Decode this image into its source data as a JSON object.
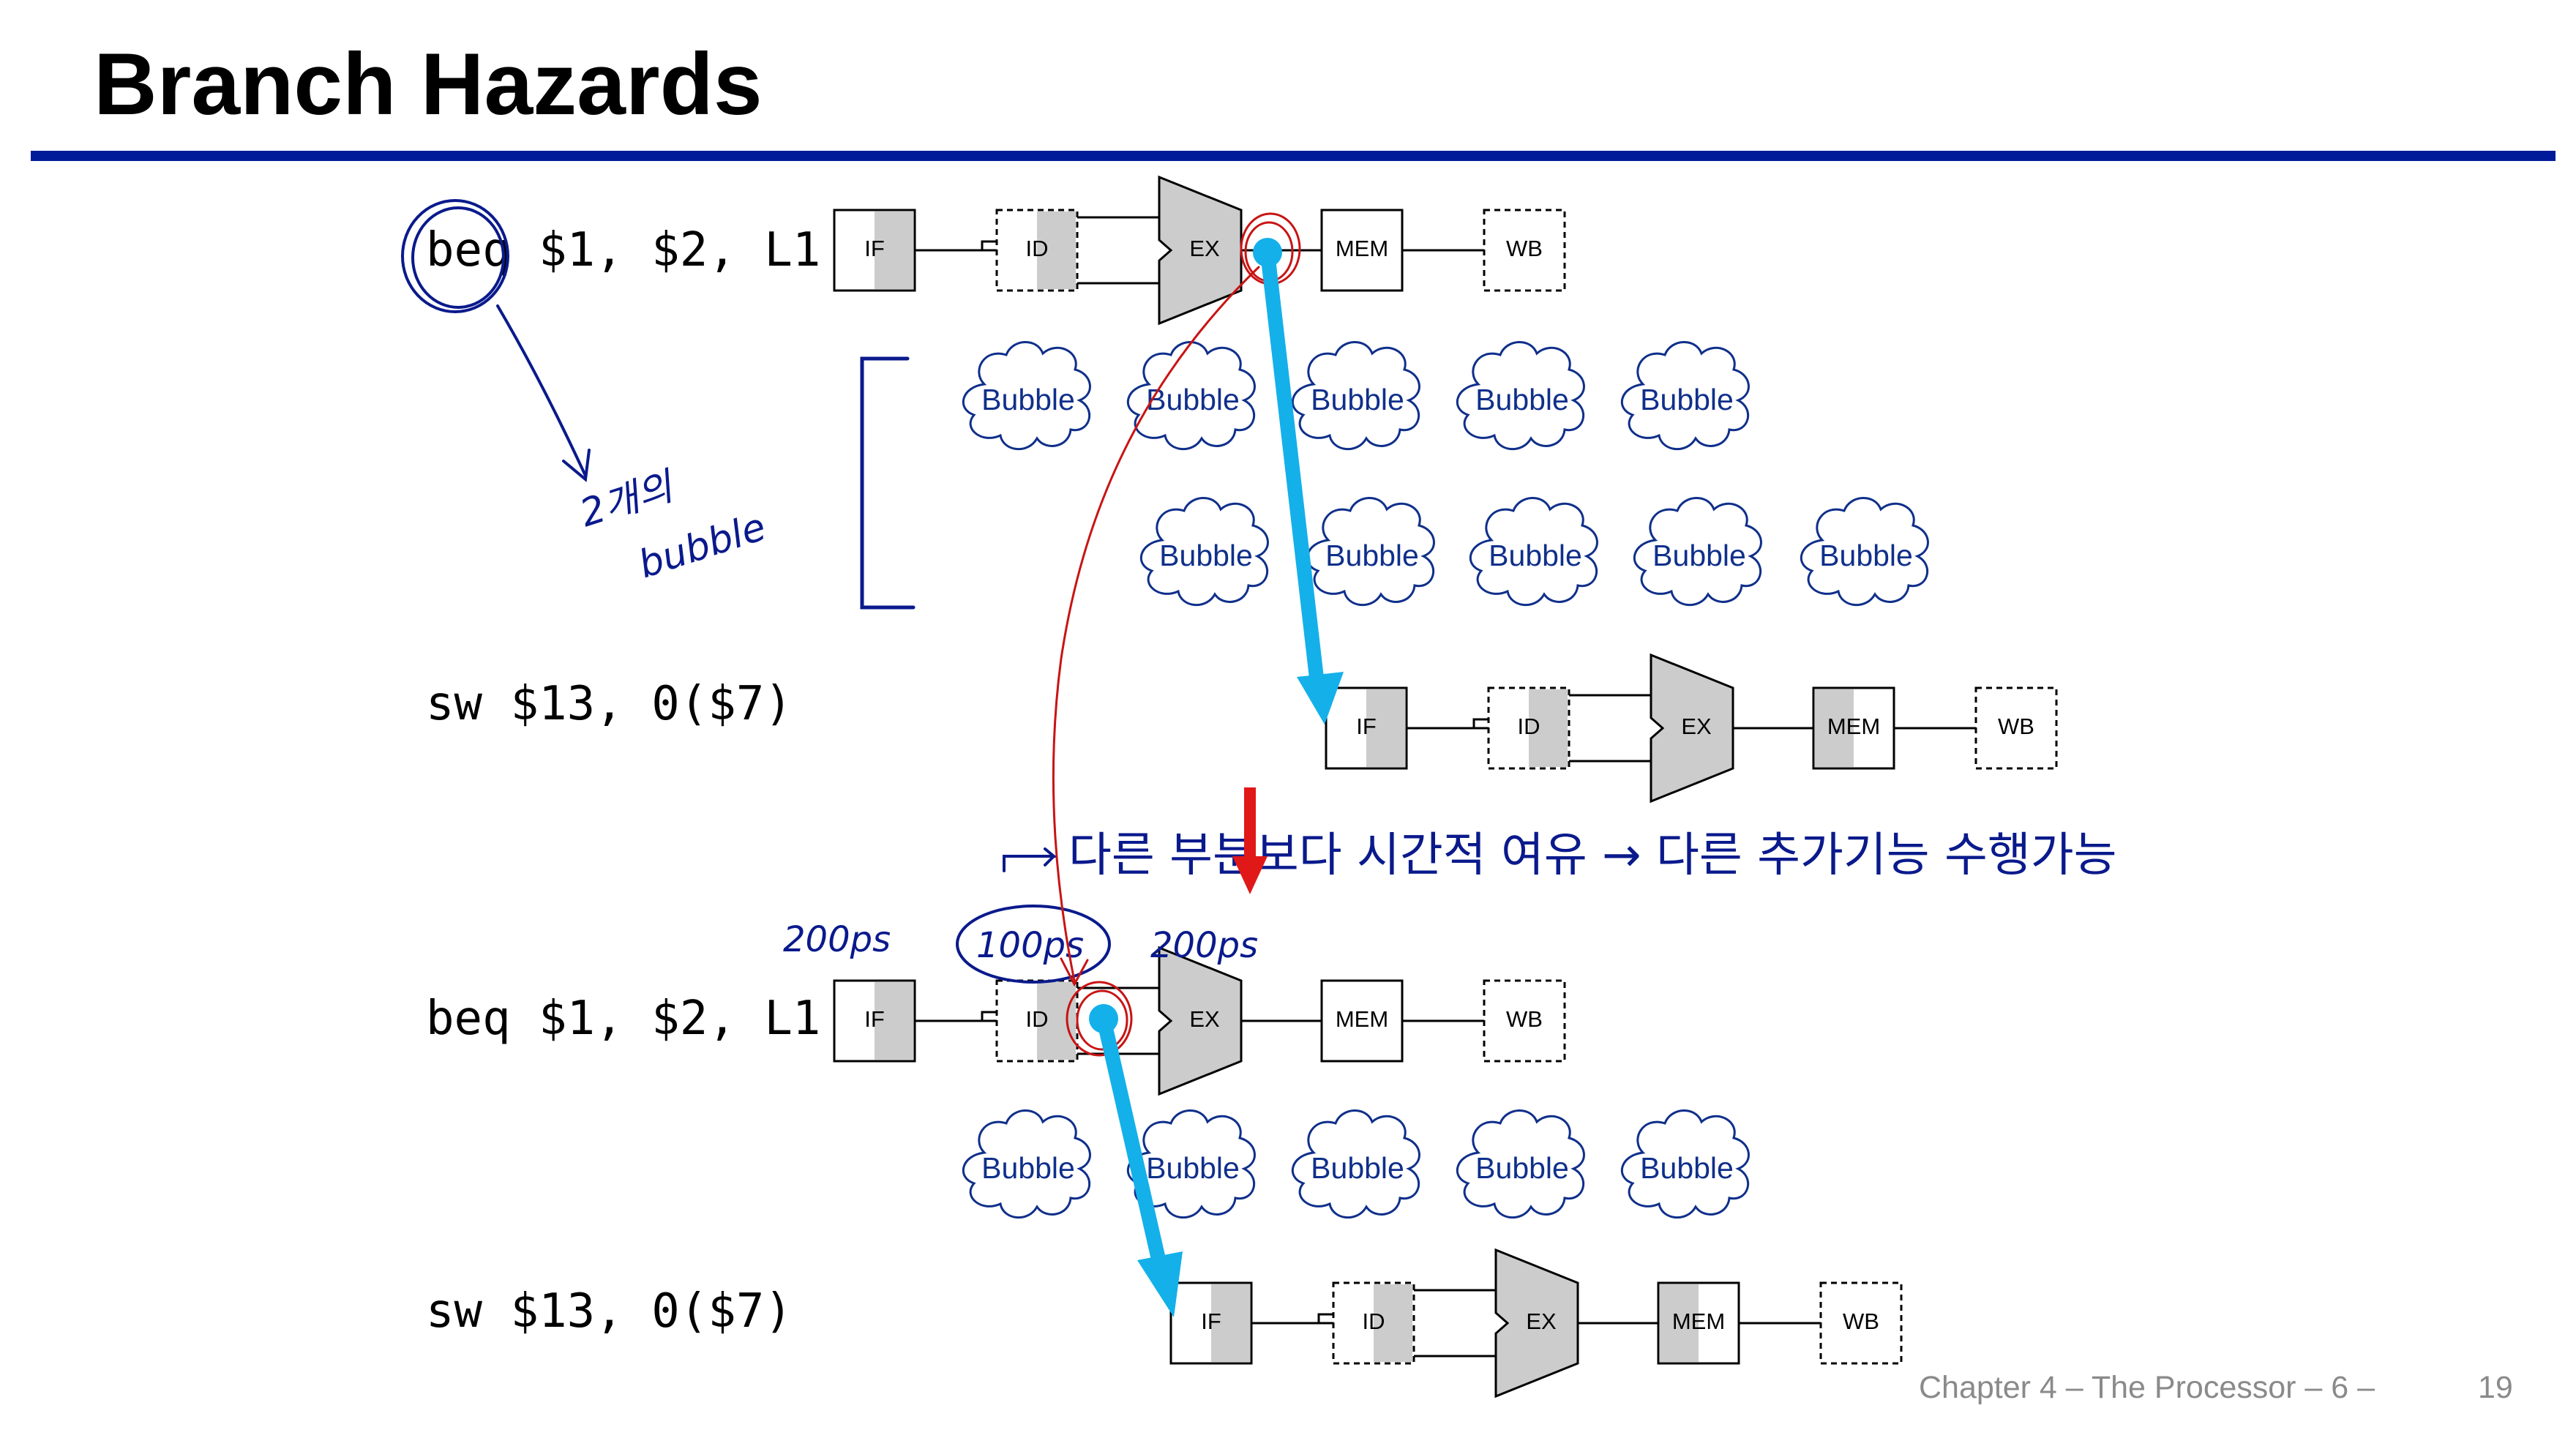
{
  "title": "Branch Hazards",
  "instructions": {
    "top_beq": "beq $1, $2, L1",
    "top_sw": "sw $13, 0($7)",
    "bottom_beq": "beq $1, $2, L1",
    "bottom_sw": "sw $13, 0($7)"
  },
  "stages": {
    "if": "IF",
    "id": "ID",
    "ex": "EX",
    "mem": "MEM",
    "wb": "WB"
  },
  "bubble_label": "Bubble",
  "annotations": {
    "bubble_count_line1": "2개의",
    "bubble_count_line2": "bubble",
    "note": "다른 부분보다 시간적 여유 → 다른 추가기능 수행가능",
    "time_if": "200ps",
    "time_id": "100ps",
    "time_ex": "200ps"
  },
  "colors": {
    "title_rule": "#001a99",
    "ink_blue": "#0a1a8c",
    "ink_red": "#c81414",
    "forward_arrow": "#14b0ea",
    "stage_fill": "#cccccc",
    "bubble_text": "#0f2f8a"
  },
  "footer": {
    "chapter": "Chapter 4 – The Processor – 6 –",
    "page": "19"
  }
}
